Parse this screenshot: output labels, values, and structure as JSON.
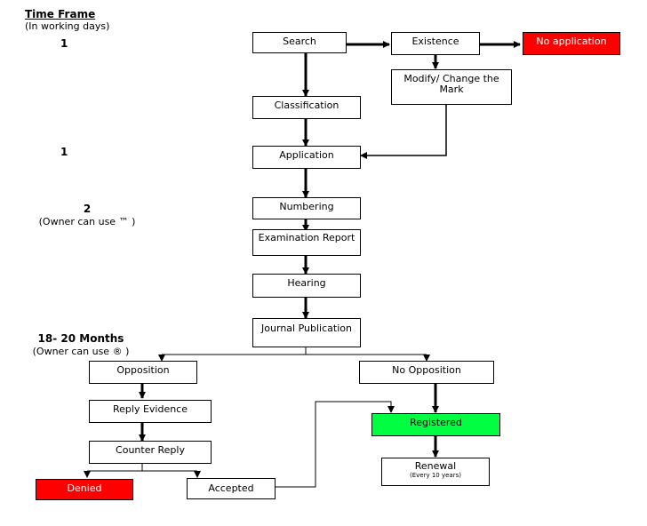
{
  "timeframe": {
    "title": "Time Frame",
    "subtitle": "(In working days)",
    "labels": [
      {
        "value": "1",
        "note": ""
      },
      {
        "value": "1",
        "note": ""
      },
      {
        "value": "2",
        "note": "(Owner can use ™ )"
      },
      {
        "value": "18- 20 Months",
        "note": "(Owner can use ® )"
      }
    ]
  },
  "nodes": {
    "search": "Search",
    "existence": "Existence",
    "no_application": "No application",
    "modify_change": "Modify/ Change the Mark",
    "classification": "Classification",
    "application": "Application",
    "numbering": "Numbering",
    "examination_report": "Examination Report",
    "hearing": "Hearing",
    "journal_publication": "Journal Publication",
    "opposition": "Opposition",
    "no_opposition": "No Opposition",
    "reply_evidence": "Reply Evidence",
    "registered": "Registered",
    "counter_reply": "Counter Reply",
    "renewal": "Renewal",
    "renewal_note": "(Every 10 years)",
    "denied": "Denied",
    "accepted": "Accepted"
  },
  "colors": {
    "no_application": "#ff0000",
    "denied": "#ff0000",
    "registered": "#00ff40"
  }
}
